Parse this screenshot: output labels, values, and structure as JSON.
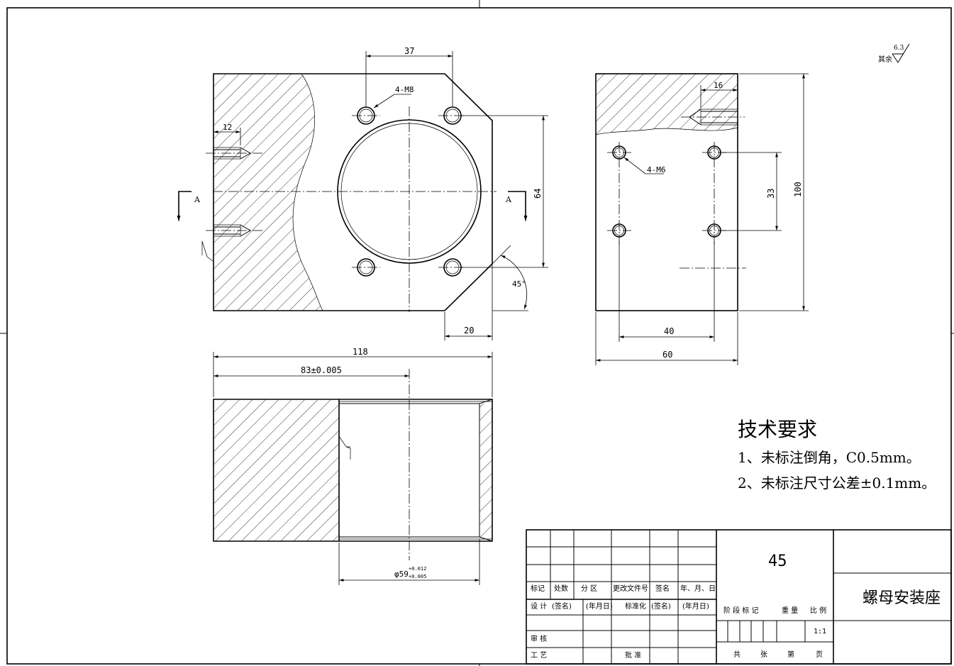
{
  "roughness": {
    "prefix": "其余",
    "value": "6.3"
  },
  "front_view": {
    "dims": {
      "top_spacing": "37",
      "hole_label": "4-M8",
      "left_depth": "12",
      "height": "64",
      "chamfer_width": "20",
      "angle": "45°"
    },
    "section_letter": "A"
  },
  "side_view": {
    "dims": {
      "depth": "16",
      "hole_label": "4-M6",
      "spacing_v": "33",
      "height": "100",
      "spacing_h": "40",
      "width": "60"
    }
  },
  "section_view": {
    "dims": {
      "length": "118",
      "position": "83±0.005",
      "bore": "φ59",
      "bore_tol_upper": "+0.012",
      "bore_tol_lower": "+0.005"
    }
  },
  "tech": {
    "title": "技术要求",
    "items": [
      "1、未标注倒角，C0.5mm。",
      "2、未标注尺寸公差±0.1mm。"
    ]
  },
  "title_block": {
    "material": "45",
    "part_name": "螺母安装座",
    "scale": "1:1",
    "headers": {
      "mark": "标记",
      "count": "处数",
      "zone": "分 区",
      "change_doc": "更改文件号",
      "sign": "签名",
      "date": "年、月、日"
    },
    "row_design": {
      "label": "设 计",
      "sign1": "(签名)",
      "date1": "(年月日)",
      "std": "标准化",
      "sign2": "(签名)",
      "date2": "(年月日)"
    },
    "stage_headers": {
      "stage": "阶 段 标 记",
      "weight": "重 量",
      "ratio": "比 例"
    },
    "review": "审 核",
    "process": "工 艺",
    "approve": "批 准",
    "sheets": {
      "total": "共",
      "sheet": "张",
      "no": "第",
      "page": "页"
    }
  }
}
